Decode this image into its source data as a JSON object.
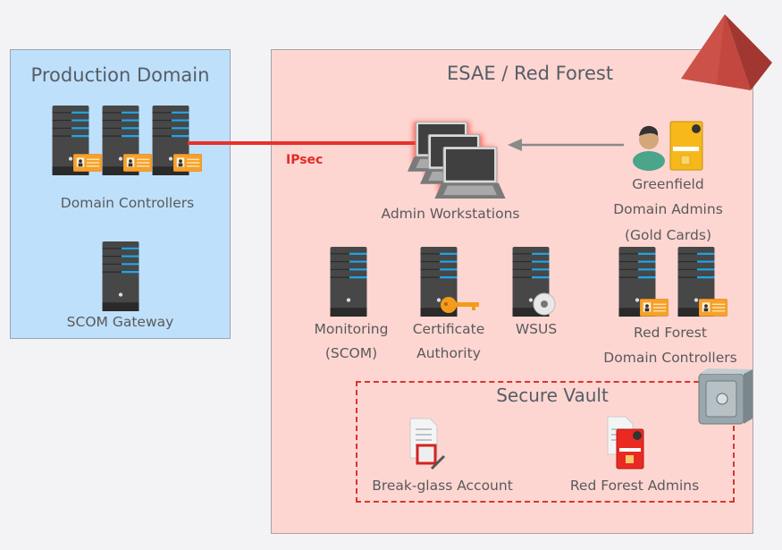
{
  "production_domain": {
    "title": "Production Domain",
    "domain_controllers_label": "Domain Controllers",
    "scom_gateway_label": "SCOM Gateway"
  },
  "connection": {
    "label": "IPsec",
    "color": "#e8302a"
  },
  "red_forest": {
    "title": "ESAE / Red Forest",
    "admin_workstations_label": "Admin Workstations",
    "greenfield_admins": {
      "line1": "Greenfield",
      "line2": "Domain Admins",
      "line3": "(Gold Cards)"
    },
    "monitoring": {
      "line1": "Monitoring",
      "line2": "(SCOM)"
    },
    "certificate_authority": {
      "line1": "Certificate",
      "line2": "Authority"
    },
    "wsus": {
      "line1": "WSUS"
    },
    "red_forest_dcs": {
      "line1": "Red Forest",
      "line2": "Domain Controllers"
    },
    "secure_vault": {
      "title": "Secure Vault",
      "break_glass_label": "Break-glass Account",
      "red_forest_admins_label": "Red Forest Admins"
    }
  },
  "colors": {
    "production_bg": "#bfe0fb",
    "red_forest_bg": "#fdd6d2",
    "vault_border": "#d9352c",
    "server_led": "#1ea7e8",
    "gold_card": "#f6b81a"
  }
}
